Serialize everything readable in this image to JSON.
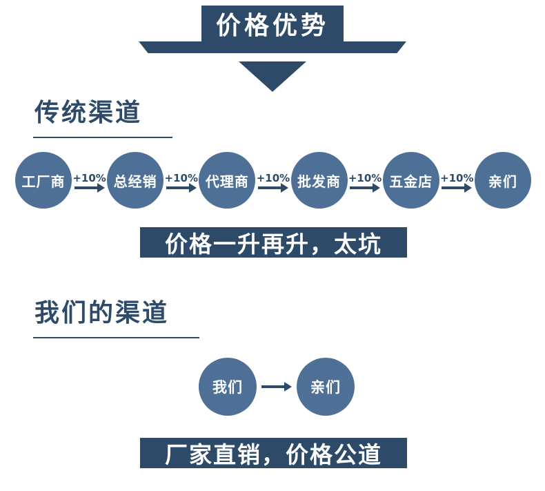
{
  "colors": {
    "navy": "#2d4a68",
    "circle_blue": "#4f7096",
    "background": "#ffffff",
    "text_on_dark": "#ffffff"
  },
  "header": {
    "title": "价格优势"
  },
  "traditional": {
    "heading": "传统渠道",
    "nodes": [
      "工厂商",
      "总经销",
      "代理商",
      "批发商",
      "五金店",
      "亲们"
    ],
    "increment_label": "+10%",
    "slogan": "价格一升再升，太坑"
  },
  "ours": {
    "heading": "我们的渠道",
    "nodes": [
      "我们",
      "亲们"
    ],
    "slogan": "厂家直销，价格公道"
  }
}
